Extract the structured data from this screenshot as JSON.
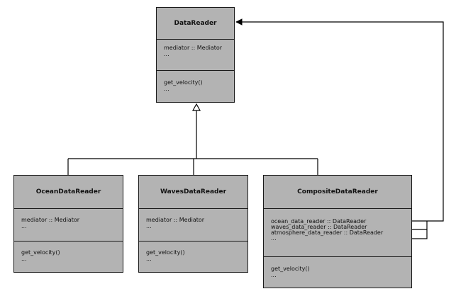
{
  "diagram": {
    "colors": {
      "box_fill": "#b3b3b3",
      "border": "#1a1a1a",
      "line": "#000000"
    },
    "classes": {
      "data_reader": {
        "name": "DataReader",
        "attributes": [
          "mediator :: Mediator",
          "..."
        ],
        "operations": [
          "get_velocity()",
          "..."
        ]
      },
      "ocean_data_reader": {
        "name": "OceanDataReader",
        "attributes": [
          "mediator :: Mediator",
          "..."
        ],
        "operations": [
          "get_velocity()",
          "..."
        ]
      },
      "waves_data_reader": {
        "name": "WavesDataReader",
        "attributes": [
          "mediator :: Mediator",
          "..."
        ],
        "operations": [
          "get_velocity()",
          "..."
        ]
      },
      "composite_data_reader": {
        "name": "CompositeDataReader",
        "attributes": [
          "ocean_data_reader :: DataReader",
          "waves_data_reader :: DataReader",
          "atmosphere_data_reader :: DataReader",
          "..."
        ],
        "operations": [
          "get_velocity()",
          "..."
        ]
      }
    },
    "relationships": [
      {
        "type": "inheritance",
        "from": "ocean_data_reader",
        "to": "data_reader"
      },
      {
        "type": "inheritance",
        "from": "waves_data_reader",
        "to": "data_reader"
      },
      {
        "type": "inheritance",
        "from": "composite_data_reader",
        "to": "data_reader"
      },
      {
        "type": "association",
        "from": "composite_data_reader",
        "to": "data_reader",
        "count": 3
      }
    ]
  }
}
